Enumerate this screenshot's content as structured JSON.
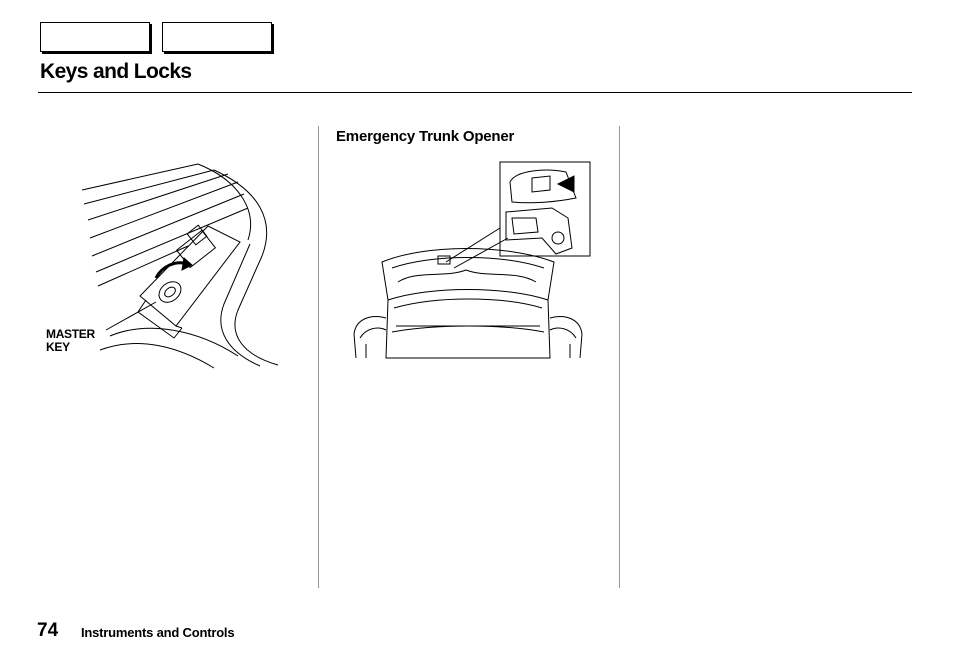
{
  "header": {
    "title": "Keys and Locks"
  },
  "section": {
    "heading": "Emergency Trunk Opener"
  },
  "illustration_key": {
    "callout_line_1": "MASTER",
    "callout_line_2": "KEY"
  },
  "footer": {
    "page_number": "74",
    "section_name": "Instruments and Controls"
  }
}
